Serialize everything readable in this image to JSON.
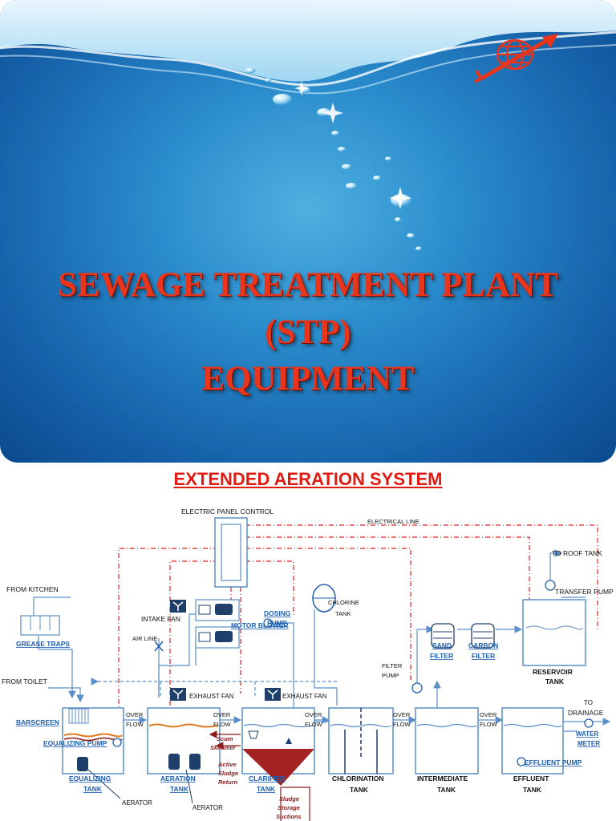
{
  "slide": {
    "title_line1": "SEWAGE TREATMENT PLANT",
    "title_line2": "(STP)",
    "title_line3": "EQUIPMENT",
    "colors": {
      "title": "#e8351c",
      "background": "#1e7bc0"
    },
    "logo_icon": "globe-arrow-logo-icon"
  },
  "diagram": {
    "heading": "EXTENDED AERATION SYSTEM",
    "labels": {
      "electric_panel": "ELECTRIC PANEL CONTROL",
      "electrical_line": "ELECTRICAL LINE",
      "to_roof_tank": "TO ROOF TANK",
      "transfer_pump": "TRANSFER PUMP",
      "from_kitchen": "FROM KITCHEN",
      "grease_traps": "GREASE TRAPS",
      "intake_fan": "INTAKE FAN",
      "motor_blower": "MOTOR BLOWER",
      "dosing_pump_1": "DOSING",
      "dosing_pump_2": "PUMP",
      "chlorine_tank_1": "CHLORINE",
      "chlorine_tank_2": "TANK",
      "sand_filter_1": "SAND",
      "sand_filter_2": "FILTER",
      "carbon_filter_1": "CARBON",
      "carbon_filter_2": "FILTER",
      "reservoir_tank_1": "RESERVOIR",
      "reservoir_tank_2": "TANK",
      "air_line": "AIR LINE",
      "filter_pump_1": "FILTER",
      "filter_pump_2": "PUMP",
      "from_toilet": "FROM TOILET",
      "exhaust_fan_1": "EXHAUST FAN",
      "exhaust_fan_2": "EXHAUST FAN",
      "to_drainage_1": "TO",
      "to_drainage_2": "DRAINAGE",
      "barscreen": "BARSCREEN",
      "over": "OVER",
      "flow": "FLOW",
      "equalizing_pump": "EQUALIZING PUMP",
      "scum_skimmer_1": "Scum",
      "scum_skimmer_2": "Skimmer",
      "active_sludge_1": "Active",
      "active_sludge_2": "Sludge",
      "active_sludge_3": "Return",
      "water_meter_1": "WATER",
      "water_meter_2": "METER",
      "effluent_pump": "EFFLUENT PUMP",
      "equalizing_tank_1": "EQUALIZING",
      "equalizing_tank_2": "TANK",
      "aeration_tank_1": "AERATION",
      "aeration_tank_2": "TANK",
      "clarifier_tank_1": "CLARIFIER",
      "clarifier_tank_2": "TANK",
      "chlorination_tank_1": "CHLORINATION",
      "chlorination_tank_2": "TANK",
      "intermediate_tank_1": "INTERMEDIATE",
      "intermediate_tank_2": "TANK",
      "effluent_tank_1": "EFFLUENT",
      "effluent_tank_2": "TANK",
      "sludge_storage_1": "Sludge",
      "sludge_storage_2": "Storage",
      "sludge_storage_3": "Suctions",
      "aerator_1": "AERATOR",
      "aerator_2": "AERATOR"
    },
    "colors": {
      "pipe": "#5b8fc9",
      "electric": "#e02020",
      "label_link": "#1f5fb0",
      "sludge": "#8b1a1a",
      "heading": "#e11b12"
    }
  }
}
